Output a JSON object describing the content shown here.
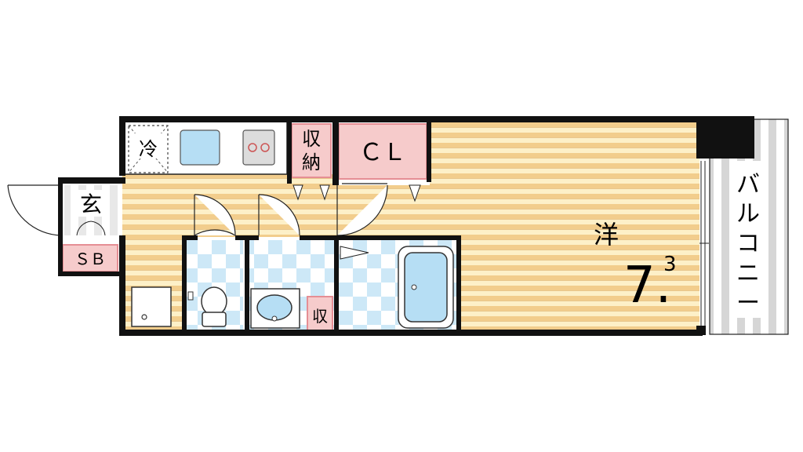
{
  "floorplan": {
    "entrance": "玄",
    "shoe_box": "ＳＢ",
    "fridge": "冷",
    "storage_tall": [
      "収",
      "納"
    ],
    "closet": "ＣＬ",
    "storage_small": "収",
    "western_room": "洋",
    "room_size_main": "7.",
    "room_size_decimal": "3",
    "balcony": [
      "バ",
      "ル",
      "コ",
      "ニ",
      "ー"
    ]
  },
  "colors": {
    "wood_stripe_light": "#fdf0c8",
    "wood_stripe_dark": "#f2cd8c",
    "storage_pink": "#f6cbcb",
    "storage_border": "#e58e94",
    "tile_blue": "#cde8f7",
    "fixture_blue": "#b6def4",
    "wall": "#111111",
    "balcony_gray": "#d6d6d6"
  }
}
